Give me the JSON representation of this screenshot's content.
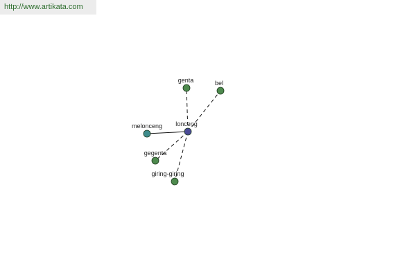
{
  "watermark": {
    "url_text": "http://www.artikata.com"
  },
  "colors": {
    "center_node": "#4a4a96",
    "synonym_node": "#4e8a4e",
    "related_node": "#3f8c8c",
    "node_stroke": "#1e3a1e",
    "edge": "#111111"
  },
  "graph": {
    "center": "lonceng",
    "nodes": [
      {
        "id": "lonceng",
        "label": "lonceng",
        "kind": "center"
      },
      {
        "id": "genta",
        "label": "genta",
        "kind": "synonym"
      },
      {
        "id": "bel",
        "label": "bel",
        "kind": "synonym"
      },
      {
        "id": "melonceng",
        "label": "melonceng",
        "kind": "related"
      },
      {
        "id": "gegenta",
        "label": "gegenta",
        "kind": "synonym"
      },
      {
        "id": "giring-giring",
        "label": "giring-giring",
        "kind": "synonym"
      }
    ],
    "edges": [
      {
        "from": "lonceng",
        "to": "genta",
        "style": "dashed"
      },
      {
        "from": "lonceng",
        "to": "bel",
        "style": "dashed"
      },
      {
        "from": "lonceng",
        "to": "melonceng",
        "style": "solid"
      },
      {
        "from": "lonceng",
        "to": "gegenta",
        "style": "dashed"
      },
      {
        "from": "lonceng",
        "to": "giring-giring",
        "style": "dashed"
      }
    ]
  }
}
